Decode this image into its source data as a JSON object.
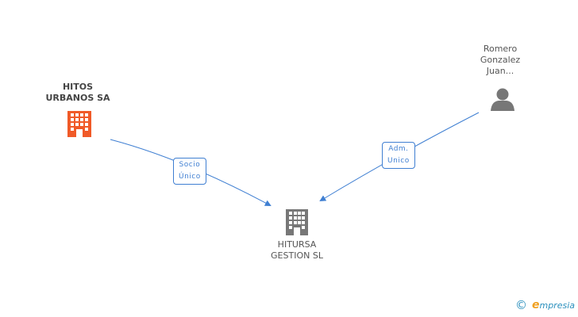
{
  "nodes": {
    "hitos": {
      "line1": "HITOS",
      "line2": "URBANOS SA",
      "color": "#f05a28"
    },
    "romero": {
      "line1": "Romero",
      "line2": "Gonzalez",
      "line3": "Juan..."
    },
    "hitursa": {
      "line1": "HITURSA",
      "line2": "GESTION SL",
      "color": "#777777"
    }
  },
  "edges": {
    "socio": {
      "line1": "Socio",
      "line2": "Único"
    },
    "adm": {
      "line1": "Adm.",
      "line2": "Unico"
    }
  },
  "footer": {
    "copyright": "©",
    "brand_initial": "e",
    "brand_rest": "mpresia"
  },
  "colors": {
    "edge": "#3f7fd2",
    "person": "#777777"
  }
}
